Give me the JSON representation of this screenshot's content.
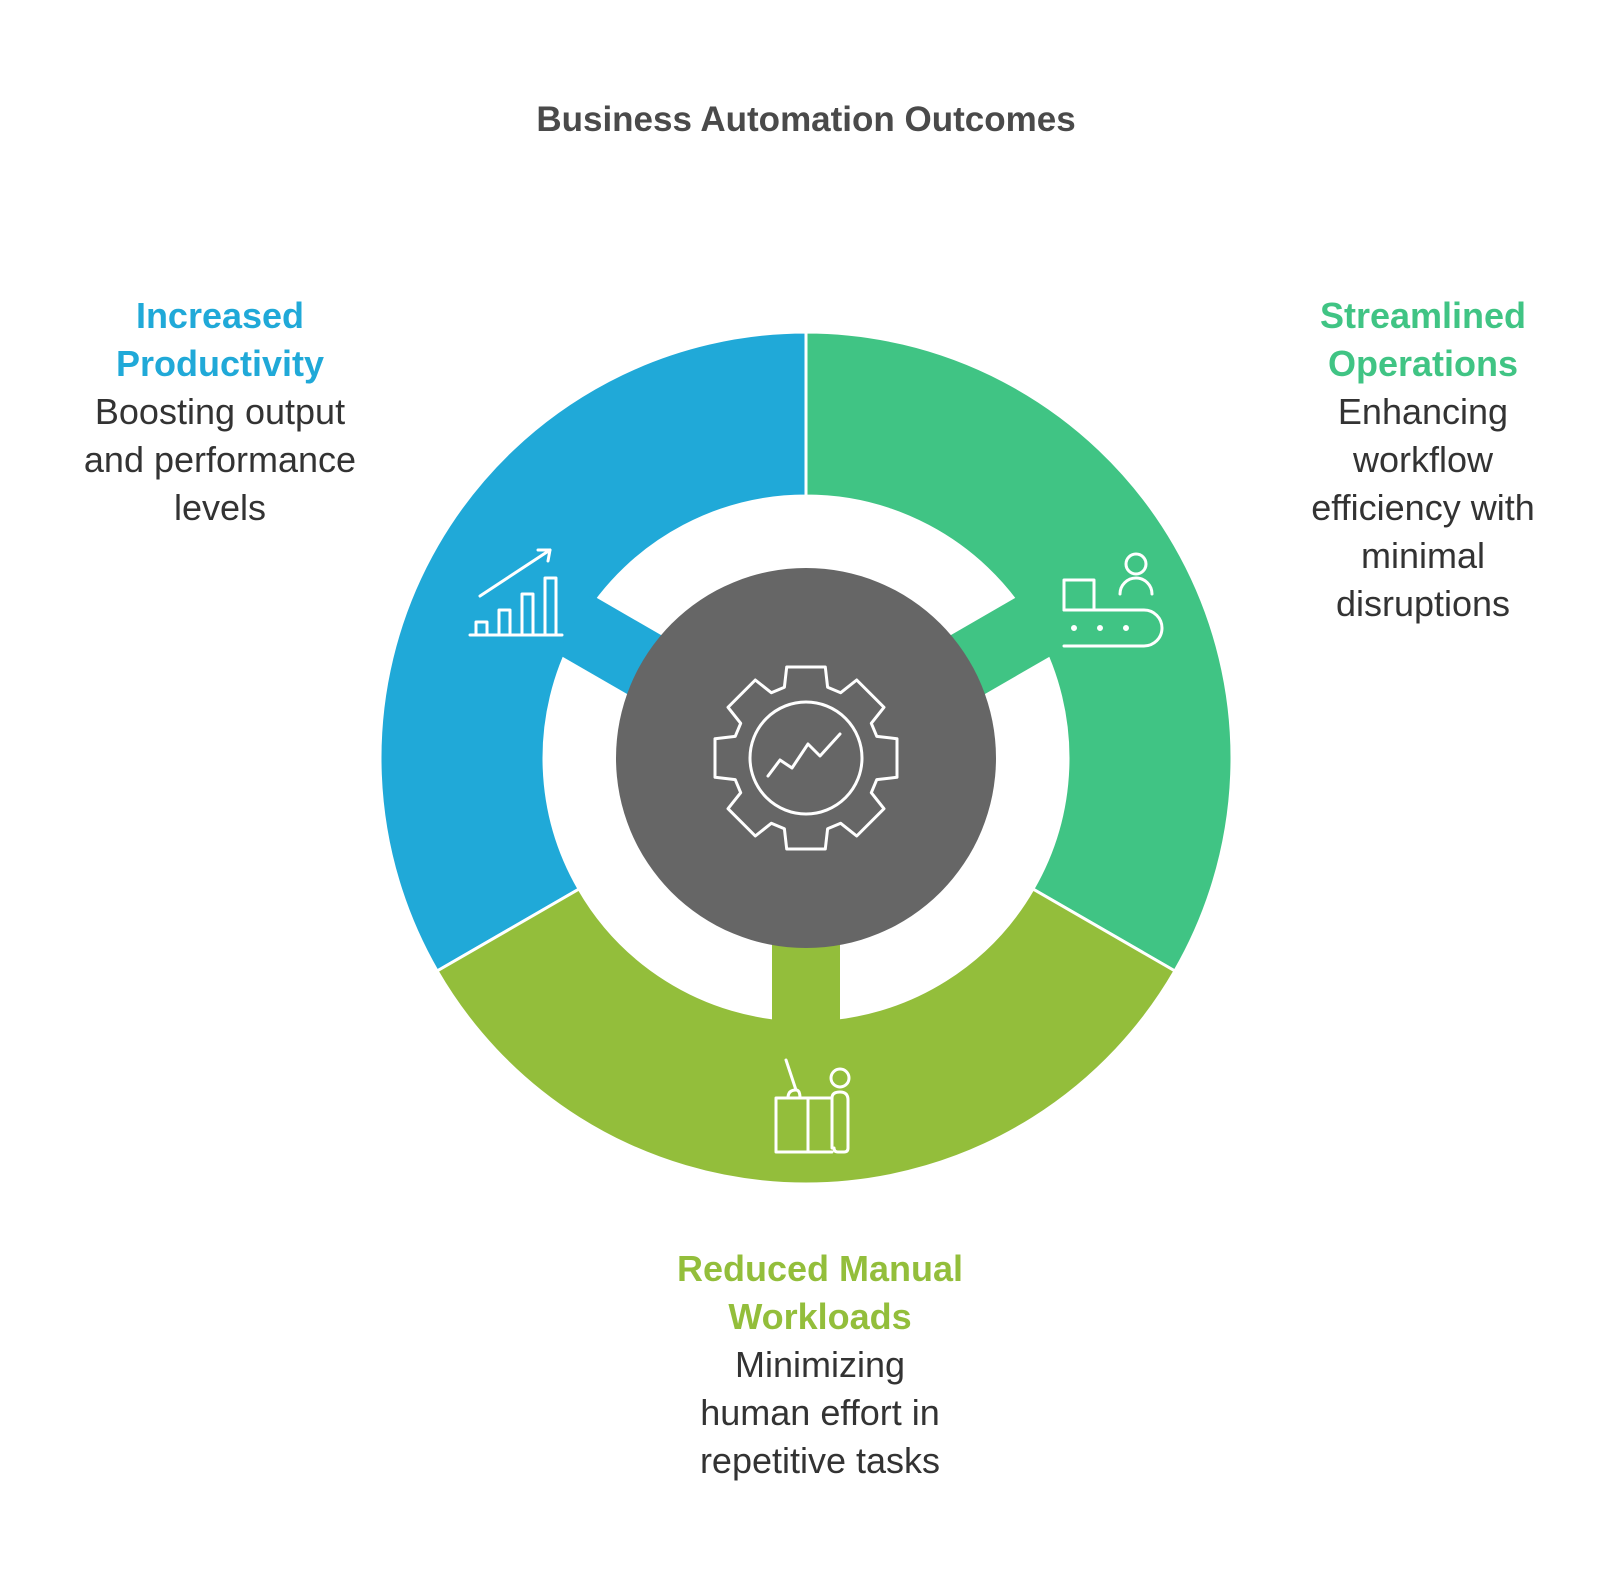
{
  "title": "Business Automation Outcomes",
  "center": {
    "icon": "gear-with-trend-line-icon",
    "color": "#666666"
  },
  "segments": [
    {
      "id": "productivity",
      "heading_lines": [
        "Increased",
        "Productivity"
      ],
      "description_lines": [
        "Boosting output",
        "and performance",
        "levels"
      ],
      "color": "#20A9D8",
      "icon": "bar-chart-growth-icon"
    },
    {
      "id": "operations",
      "heading_lines": [
        "Streamlined",
        "Operations"
      ],
      "description_lines": [
        "Enhancing",
        "workflow",
        "efficiency with",
        "minimal",
        "disruptions"
      ],
      "color": "#40C484",
      "icon": "conveyor-belt-worker-icon"
    },
    {
      "id": "workloads",
      "heading_lines": [
        "Reduced Manual",
        "Workloads"
      ],
      "description_lines": [
        "Minimizing",
        "human effort in",
        "repetitive tasks"
      ],
      "color": "#93BE3B",
      "icon": "person-at-desk-icon"
    }
  ]
}
